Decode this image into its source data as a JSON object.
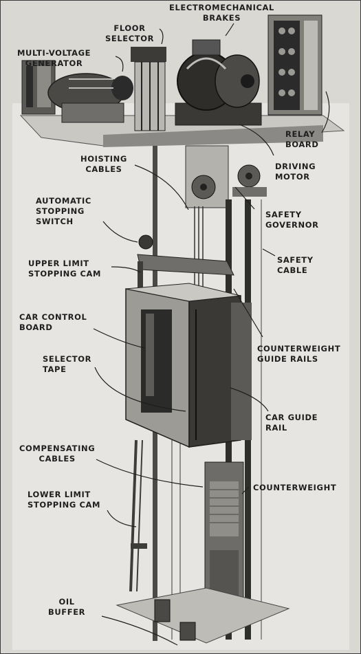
{
  "labels": {
    "electromechanical_brakes": "ELECTROMECHANICAL\nBRAKES",
    "floor_selector": "FLOOR\nSELECTOR",
    "multi_voltage_generator": "MULTI-VOLTAGE\nGENERATOR",
    "relay_board": "RELAY\nBOARD",
    "driving_motor": "DRIVING\nMOTOR",
    "hoisting_cables": "HOISTING\nCABLES",
    "automatic_stopping_switch": "AUTOMATIC\nSTOPPING\nSWITCH",
    "safety_governor": "SAFETY\nGOVERNOR",
    "safety_cable": "SAFETY\nCABLE",
    "upper_limit_stopping_cam": "UPPER LIMIT\nSTOPPING CAM",
    "car_control_board": "CAR CONTROL\nBOARD",
    "counterweight_guide_rails": "COUNTERWEIGHT\nGUIDE RAILS",
    "selector_tape": "SELECTOR\nTAPE",
    "car_guide_rail": "CAR GUIDE\nRAIL",
    "compensating_cables": "COMPENSATING\nCABLES",
    "counterweight": "COUNTERWEIGHT",
    "lower_limit_stopping_cam": "LOWER LIMIT\nSTOPPING CAM",
    "oil_buffer": "OIL\nBUFFER"
  },
  "colors": {
    "paper": "#d9d8d3",
    "ink": "#1e1e1e",
    "machinery_dark": "#2b2b2b",
    "machinery_mid": "#6f6e6a",
    "shaft_light": "#ecebe7"
  }
}
